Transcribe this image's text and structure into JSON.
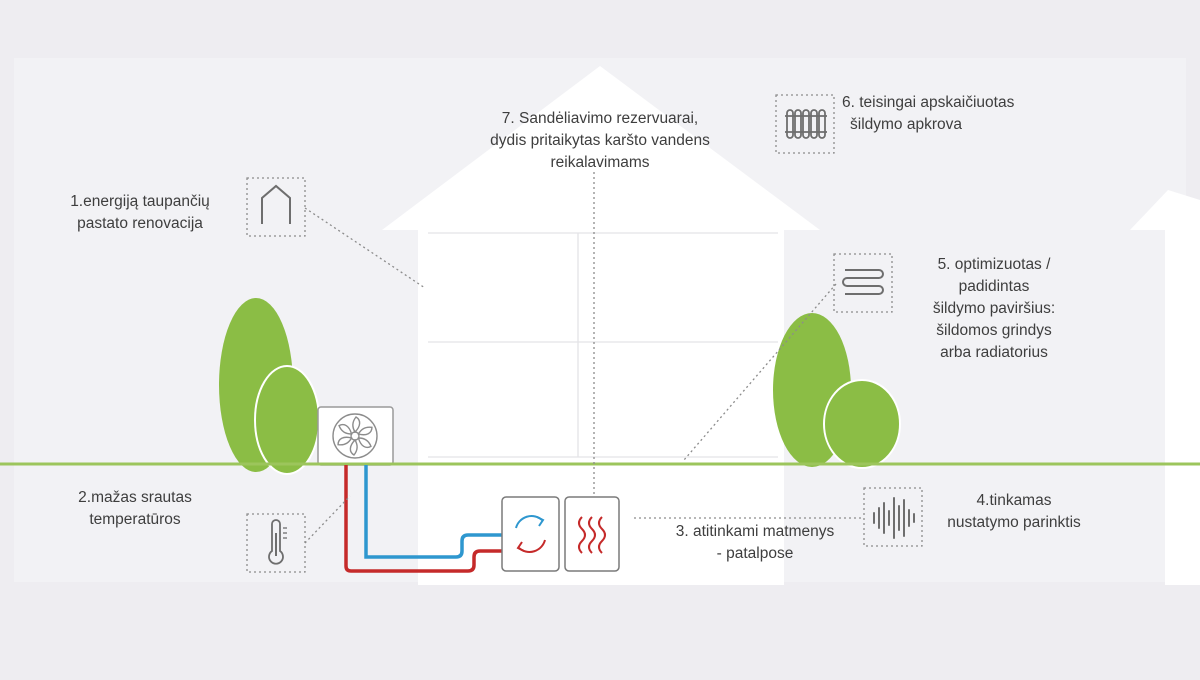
{
  "labels": {
    "renovation": [
      "1.energiją taupančių",
      "pastato renovacija"
    ],
    "low_flow": [
      "2.mažas srautas",
      "temperatūros"
    ],
    "dimensions": [
      "3. atitinkami matmenys",
      "- patalpose"
    ],
    "setting": [
      "4.tinkamas",
      "nustatymo parinktis"
    ],
    "surface": [
      "5. optimizuotas /",
      "padidintas",
      "šildymo paviršius:",
      "šildomos grindys",
      "arba radiatorius"
    ],
    "load": [
      "6. teisingai apskaičiuotas",
      "šildymo apkrova"
    ],
    "storage": [
      "7. Sandėliavimo rezervuarai,",
      "dydis pritaikytas karšto vandens",
      "reikalavimams"
    ]
  },
  "icons": {
    "renovation": "house-outline-icon",
    "low_flow": "thermometer-icon",
    "setting": "sound-wave-icon",
    "surface": "floor-heating-coil-icon",
    "load": "radiator-icon",
    "outdoor_unit": "fan-icon",
    "storage_tank": "refresh-arrows-icon",
    "heater_unit": "heat-waves-icon"
  },
  "colors": {
    "background": "#eeedf1",
    "house": "#ffffff",
    "ground": "#9cc55c",
    "trees": "#8bbd45",
    "pipe_cold": "#2e97cf",
    "pipe_hot": "#c52a2a",
    "text": "#3e3e3e",
    "dotted": "#8c8c8c"
  }
}
